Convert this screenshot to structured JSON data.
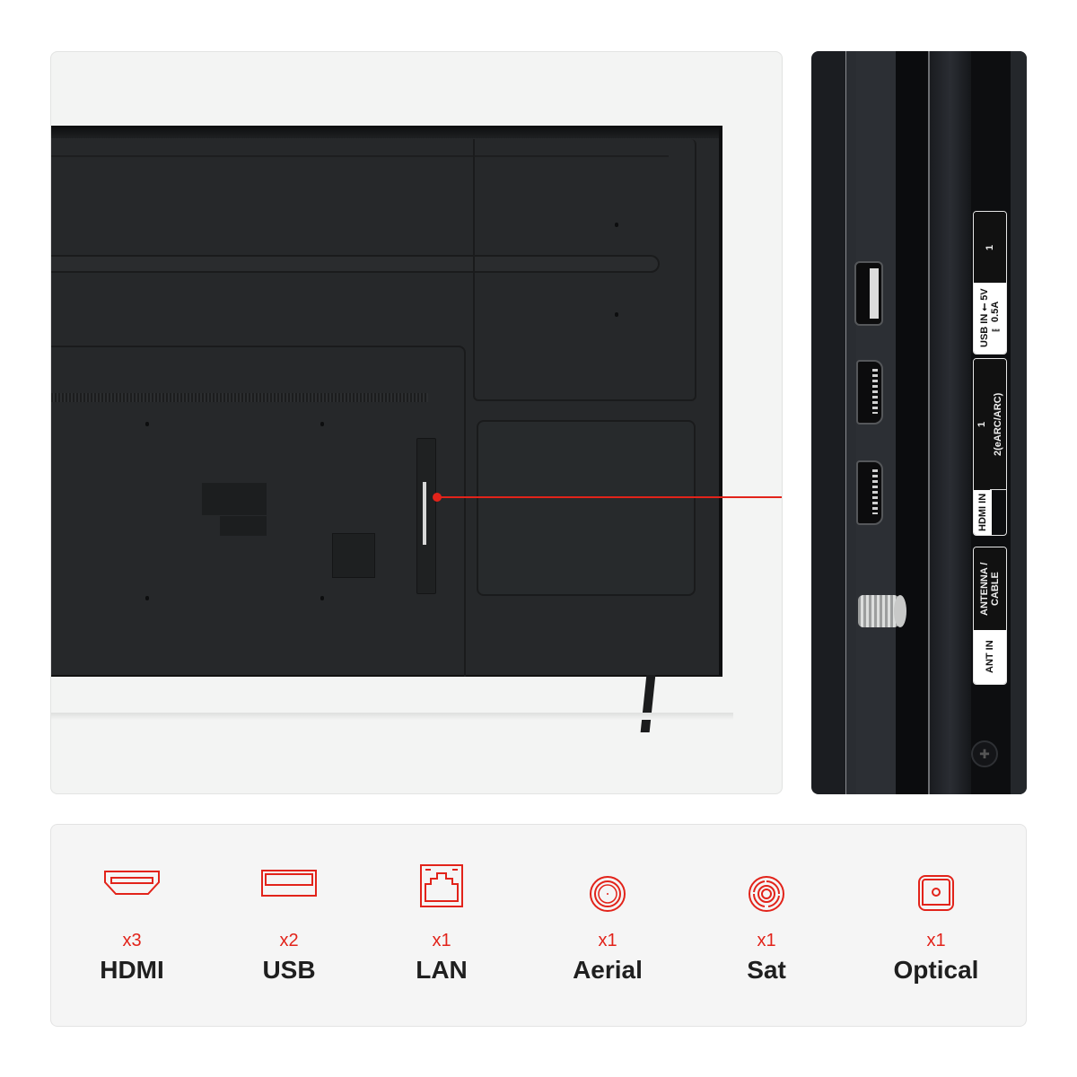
{
  "accent_color": "#e2231a",
  "tv_view": {
    "callout": "connection-panel-highlight"
  },
  "zoom_view": {
    "labels": {
      "usb": {
        "white": "USB IN ⭠ 5V ⎓ 0.5A",
        "black": "1"
      },
      "hdmi": {
        "white": "HDMI IN",
        "black_top": "1",
        "black_bottom": "2(eARC/ARC)"
      },
      "antenna": {
        "black": "ANTENNA / CABLE",
        "white": "ANT IN"
      }
    }
  },
  "ports": [
    {
      "icon": "hdmi-icon",
      "count": "x3",
      "name": "HDMI"
    },
    {
      "icon": "usb-icon",
      "count": "x2",
      "name": "USB"
    },
    {
      "icon": "lan-icon",
      "count": "x1",
      "name": "LAN"
    },
    {
      "icon": "aerial-icon",
      "count": "x1",
      "name": "Aerial"
    },
    {
      "icon": "sat-icon",
      "count": "x1",
      "name": "Sat"
    },
    {
      "icon": "optical-icon",
      "count": "x1",
      "name": "Optical"
    }
  ]
}
